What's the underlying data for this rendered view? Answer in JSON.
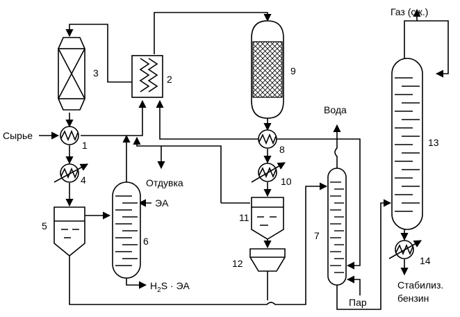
{
  "labels": {
    "feed": "Сырье",
    "purge": "Отдувка",
    "water": "Вода",
    "gas": "Газ (сж.)",
    "ea": "ЭА",
    "h2s_prefix": "H",
    "h2s_sub": "2",
    "h2s_suffix": "S · ЭА",
    "steam": "Пар",
    "stab_line1": "Стабилиз.",
    "stab_line2": "бензин"
  },
  "equipment_numbers": {
    "n1": "1",
    "n2": "2",
    "n3": "3",
    "n4": "4",
    "n5": "5",
    "n6": "6",
    "n7": "7",
    "n8": "8",
    "n9": "9",
    "n10": "10",
    "n11": "11",
    "n12": "12",
    "n13": "13",
    "n14": "14"
  }
}
